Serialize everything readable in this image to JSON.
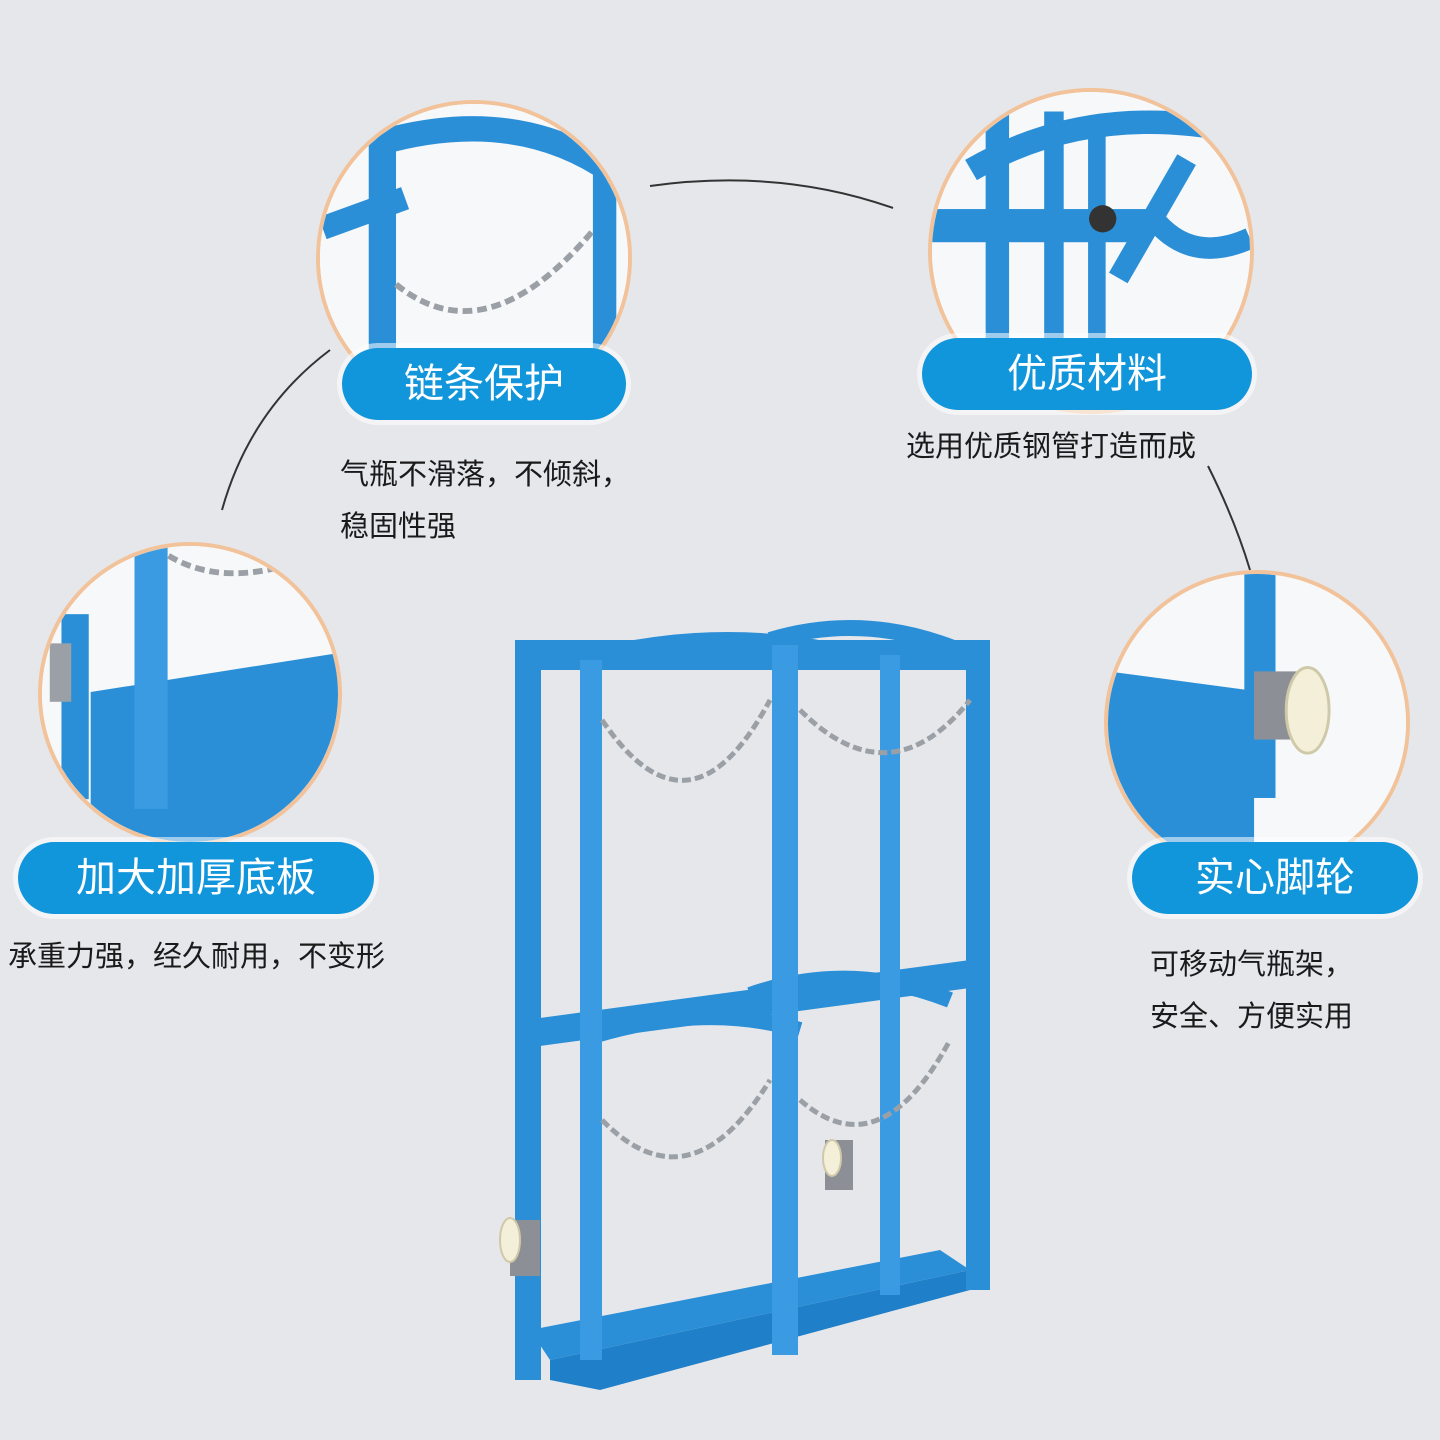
{
  "colors": {
    "accent": "#1296db",
    "frame_blue": "#2b8fd8",
    "circle_border": "#f2c39a",
    "background": "#e6e7eb"
  },
  "features": {
    "chain": {
      "title": "链条保护",
      "desc": [
        "气瓶不滑落，不倾斜，",
        "稳固性强"
      ]
    },
    "material": {
      "title": "优质材料",
      "desc": [
        "选用优质钢管打造而成"
      ]
    },
    "base": {
      "title": "加大加厚底板",
      "desc": [
        "承重力强，经久耐用，不变形"
      ]
    },
    "wheel": {
      "title": "实心脚轮",
      "desc": [
        "可移动气瓶架，",
        "安全、方便实用"
      ]
    }
  }
}
